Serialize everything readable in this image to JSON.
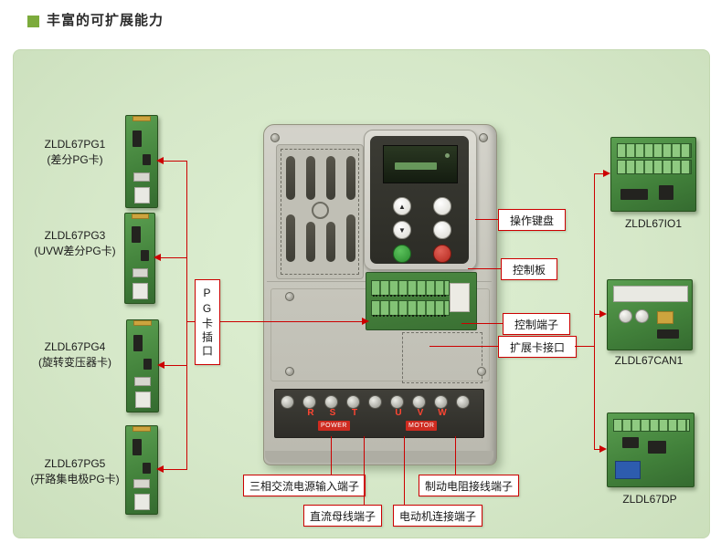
{
  "header": {
    "title": "丰富的可扩展能力"
  },
  "left_cards": [
    {
      "model": "ZLDL67PG1",
      "desc": "(差分PG卡)"
    },
    {
      "model": "ZLDL67PG3",
      "desc": "(UVW差分PG卡)"
    },
    {
      "model": "ZLDL67PG4",
      "desc": "(旋转变压器卡)"
    },
    {
      "model": "ZLDL67PG5",
      "desc": "(开路集电极PG卡)"
    }
  ],
  "right_cards": [
    {
      "model": "ZLDL67IO1"
    },
    {
      "model": "ZLDL67CAN1"
    },
    {
      "model": "ZLDL67DP"
    }
  ],
  "callouts": {
    "pg_slot": "PG卡插口",
    "keypad": "操作键盘",
    "control_board": "控制板",
    "control_terminals": "控制端子",
    "expansion_port": "扩展卡接口",
    "power_input": "三相交流电源输入端子",
    "dc_bus": "直流母线端子",
    "motor_terminals": "电动机连接端子",
    "brake_terminals": "制动电阻接线端子"
  },
  "drive": {
    "power_terminal_letters": [
      "R",
      "S",
      "T"
    ],
    "motor_terminal_letters": [
      "U",
      "V",
      "W"
    ],
    "power_tag": "POWER",
    "motor_tag": "MOTOR",
    "keypad": {
      "up_glyph": "▲",
      "down_glyph": "▼"
    }
  },
  "colors": {
    "panel_green": "#d6e8c9",
    "callout_red": "#cc0000",
    "bullet_green": "#7cab3c",
    "pcb_green": "#41803a",
    "run_green": "#2a8c2f",
    "stop_red": "#b4281e",
    "terminal_letter_red": "#ff4633"
  }
}
